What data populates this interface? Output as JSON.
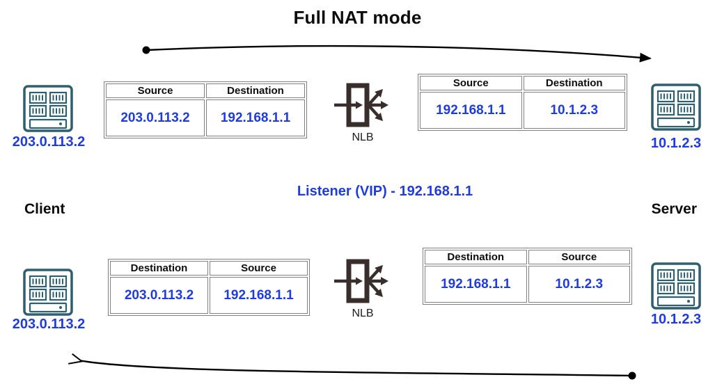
{
  "title": "Full NAT mode",
  "labels": {
    "client": "Client",
    "server": "Server",
    "nlb": "NLB",
    "listener": "Listener (VIP) - 192.168.1.1"
  },
  "nodes": {
    "client_ip": "203.0.113.2",
    "server_ip": "10.1.2.3"
  },
  "colors": {
    "accent_blue": "#1e3be1",
    "host_icon_teal": "#2d5f6e",
    "nlb_icon_dark": "#382f2c",
    "table_border_gray": "#7f7f7f"
  },
  "request_flow": {
    "client_table": {
      "headers": [
        "Source",
        "Destination"
      ],
      "values": [
        "203.0.113.2",
        "192.168.1.1"
      ]
    },
    "server_table": {
      "headers": [
        "Source",
        "Destination"
      ],
      "values": [
        "192.168.1.1",
        "10.1.2.3"
      ]
    }
  },
  "response_flow": {
    "client_table": {
      "headers": [
        "Destination",
        "Source"
      ],
      "values": [
        "203.0.113.2",
        "192.168.1.1"
      ]
    },
    "server_table": {
      "headers": [
        "Destination",
        "Source"
      ],
      "values": [
        "192.168.1.1",
        "10.1.2.3"
      ]
    }
  }
}
